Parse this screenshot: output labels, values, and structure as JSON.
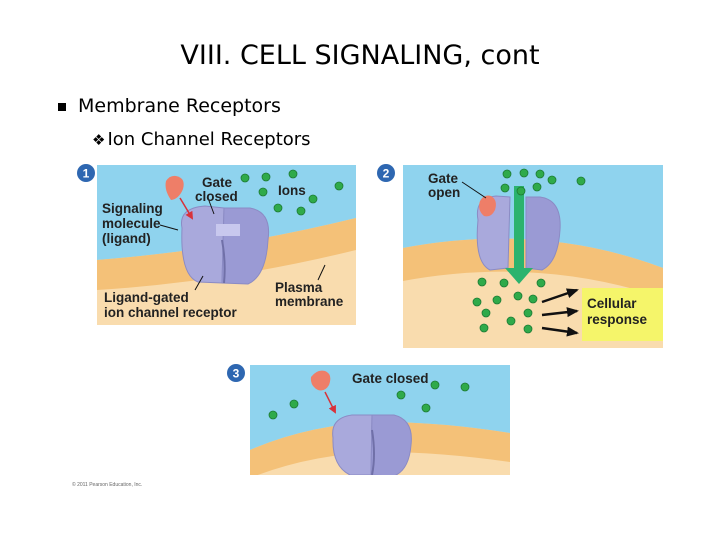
{
  "slide": {
    "title": "VIII.  CELL SIGNALING, cont",
    "bullet_1": "Membrane Receptors",
    "bullet_2": "Ion Channel Receptors"
  },
  "figure": {
    "panel_1": {
      "number": "1",
      "gate_closed_line1": "Gate",
      "gate_closed_line2": "closed",
      "ions": "Ions",
      "signaling_line1": "Signaling",
      "signaling_line2": "molecule",
      "signaling_line3": "(ligand)",
      "plasma_line1": "Plasma",
      "plasma_line2": "membrane",
      "receptor_line1": "Ligand-gated",
      "receptor_line2": "ion channel receptor"
    },
    "panel_2": {
      "number": "2",
      "gate_open_line1": "Gate",
      "gate_open_line2": "open",
      "response_line1": "Cellular",
      "response_line2": "response"
    },
    "panel_3": {
      "number": "3",
      "gate_closed": "Gate closed"
    },
    "copyright": "© 2011 Pearson Education, Inc.",
    "colors": {
      "extracellular": "#8fd3ee",
      "membrane": "#f4c178",
      "cytoplasm": "#f9dcae",
      "channel": "#a9a9dc",
      "ligand": "#ee7e68",
      "ion": "#2faa4a",
      "response_box": "#f5f56a",
      "arrow": "#2bb36e"
    }
  }
}
